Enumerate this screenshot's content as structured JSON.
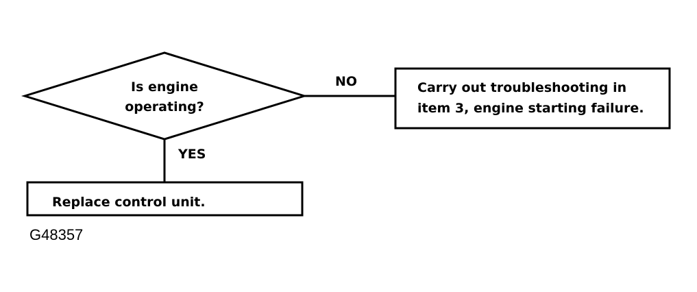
{
  "decision": {
    "line1": "Is engine",
    "line2": "operating?"
  },
  "branches": {
    "no_label": "NO",
    "yes_label": "YES"
  },
  "no_box": {
    "line1": "Carry out troubleshooting in",
    "line2": "item 3, engine starting failure."
  },
  "yes_box": {
    "text": "Replace control unit."
  },
  "figure_id": "G48357"
}
